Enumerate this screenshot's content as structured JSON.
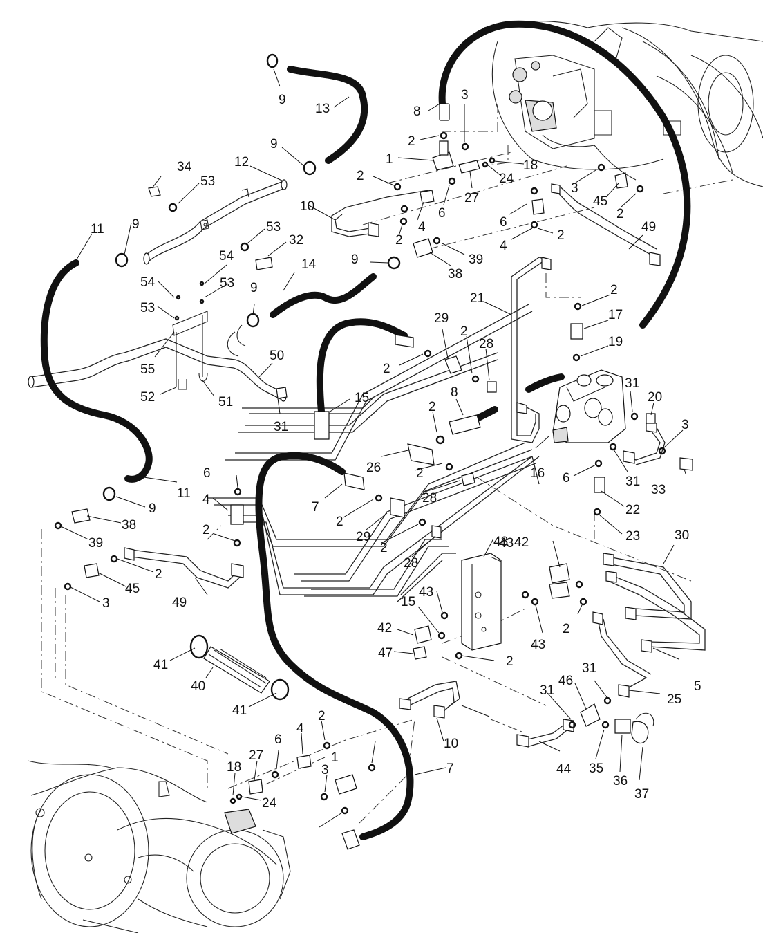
{
  "diagram": {
    "callouts": [
      {
        "text": "1"
      },
      {
        "text": "1"
      },
      {
        "text": "2"
      },
      {
        "text": "2"
      },
      {
        "text": "2"
      },
      {
        "text": "2"
      },
      {
        "text": "2"
      },
      {
        "text": "2"
      },
      {
        "text": "2"
      },
      {
        "text": "2"
      },
      {
        "text": "2"
      },
      {
        "text": "2"
      },
      {
        "text": "2"
      },
      {
        "text": "2"
      },
      {
        "text": "2"
      },
      {
        "text": "2"
      },
      {
        "text": "2"
      },
      {
        "text": "2"
      },
      {
        "text": "2"
      },
      {
        "text": "3"
      },
      {
        "text": "3"
      },
      {
        "text": "3"
      },
      {
        "text": "3"
      },
      {
        "text": "3"
      },
      {
        "text": "4"
      },
      {
        "text": "4"
      },
      {
        "text": "4"
      },
      {
        "text": "4"
      },
      {
        "text": "5"
      },
      {
        "text": "6"
      },
      {
        "text": "6"
      },
      {
        "text": "6"
      },
      {
        "text": "6"
      },
      {
        "text": "6"
      },
      {
        "text": "7"
      },
      {
        "text": "7"
      },
      {
        "text": "8"
      },
      {
        "text": "8"
      },
      {
        "text": "9"
      },
      {
        "text": "9"
      },
      {
        "text": "9"
      },
      {
        "text": "9"
      },
      {
        "text": "9"
      },
      {
        "text": "9"
      },
      {
        "text": "10"
      },
      {
        "text": "10"
      },
      {
        "text": "11"
      },
      {
        "text": "11"
      },
      {
        "text": "12"
      },
      {
        "text": "13"
      },
      {
        "text": "14"
      },
      {
        "text": "15"
      },
      {
        "text": "15"
      },
      {
        "text": "16"
      },
      {
        "text": "17"
      },
      {
        "text": "18"
      },
      {
        "text": "18"
      },
      {
        "text": "19"
      },
      {
        "text": "20"
      },
      {
        "text": "21"
      },
      {
        "text": "22"
      },
      {
        "text": "23"
      },
      {
        "text": "24"
      },
      {
        "text": "24"
      },
      {
        "text": "25"
      },
      {
        "text": "26"
      },
      {
        "text": "27"
      },
      {
        "text": "27"
      },
      {
        "text": "28"
      },
      {
        "text": "28"
      },
      {
        "text": "28"
      },
      {
        "text": "29"
      },
      {
        "text": "29"
      },
      {
        "text": "30"
      },
      {
        "text": "31"
      },
      {
        "text": "31"
      },
      {
        "text": "31"
      },
      {
        "text": "31"
      },
      {
        "text": "31"
      },
      {
        "text": "32"
      },
      {
        "text": "33"
      },
      {
        "text": "34"
      },
      {
        "text": "35"
      },
      {
        "text": "36"
      },
      {
        "text": "37"
      },
      {
        "text": "38"
      },
      {
        "text": "38"
      },
      {
        "text": "39"
      },
      {
        "text": "39"
      },
      {
        "text": "40"
      },
      {
        "text": "41"
      },
      {
        "text": "41"
      },
      {
        "text": "42"
      },
      {
        "text": "42"
      },
      {
        "text": "43"
      },
      {
        "text": "43"
      },
      {
        "text": "43"
      },
      {
        "text": "44"
      },
      {
        "text": "45"
      },
      {
        "text": "45"
      },
      {
        "text": "46"
      },
      {
        "text": "47"
      },
      {
        "text": "48"
      },
      {
        "text": "49"
      },
      {
        "text": "49"
      },
      {
        "text": "50"
      },
      {
        "text": "51"
      },
      {
        "text": "52"
      },
      {
        "text": "53"
      },
      {
        "text": "53"
      },
      {
        "text": "53"
      },
      {
        "text": "53"
      },
      {
        "text": "54"
      },
      {
        "text": "54"
      },
      {
        "text": "55"
      }
    ]
  }
}
